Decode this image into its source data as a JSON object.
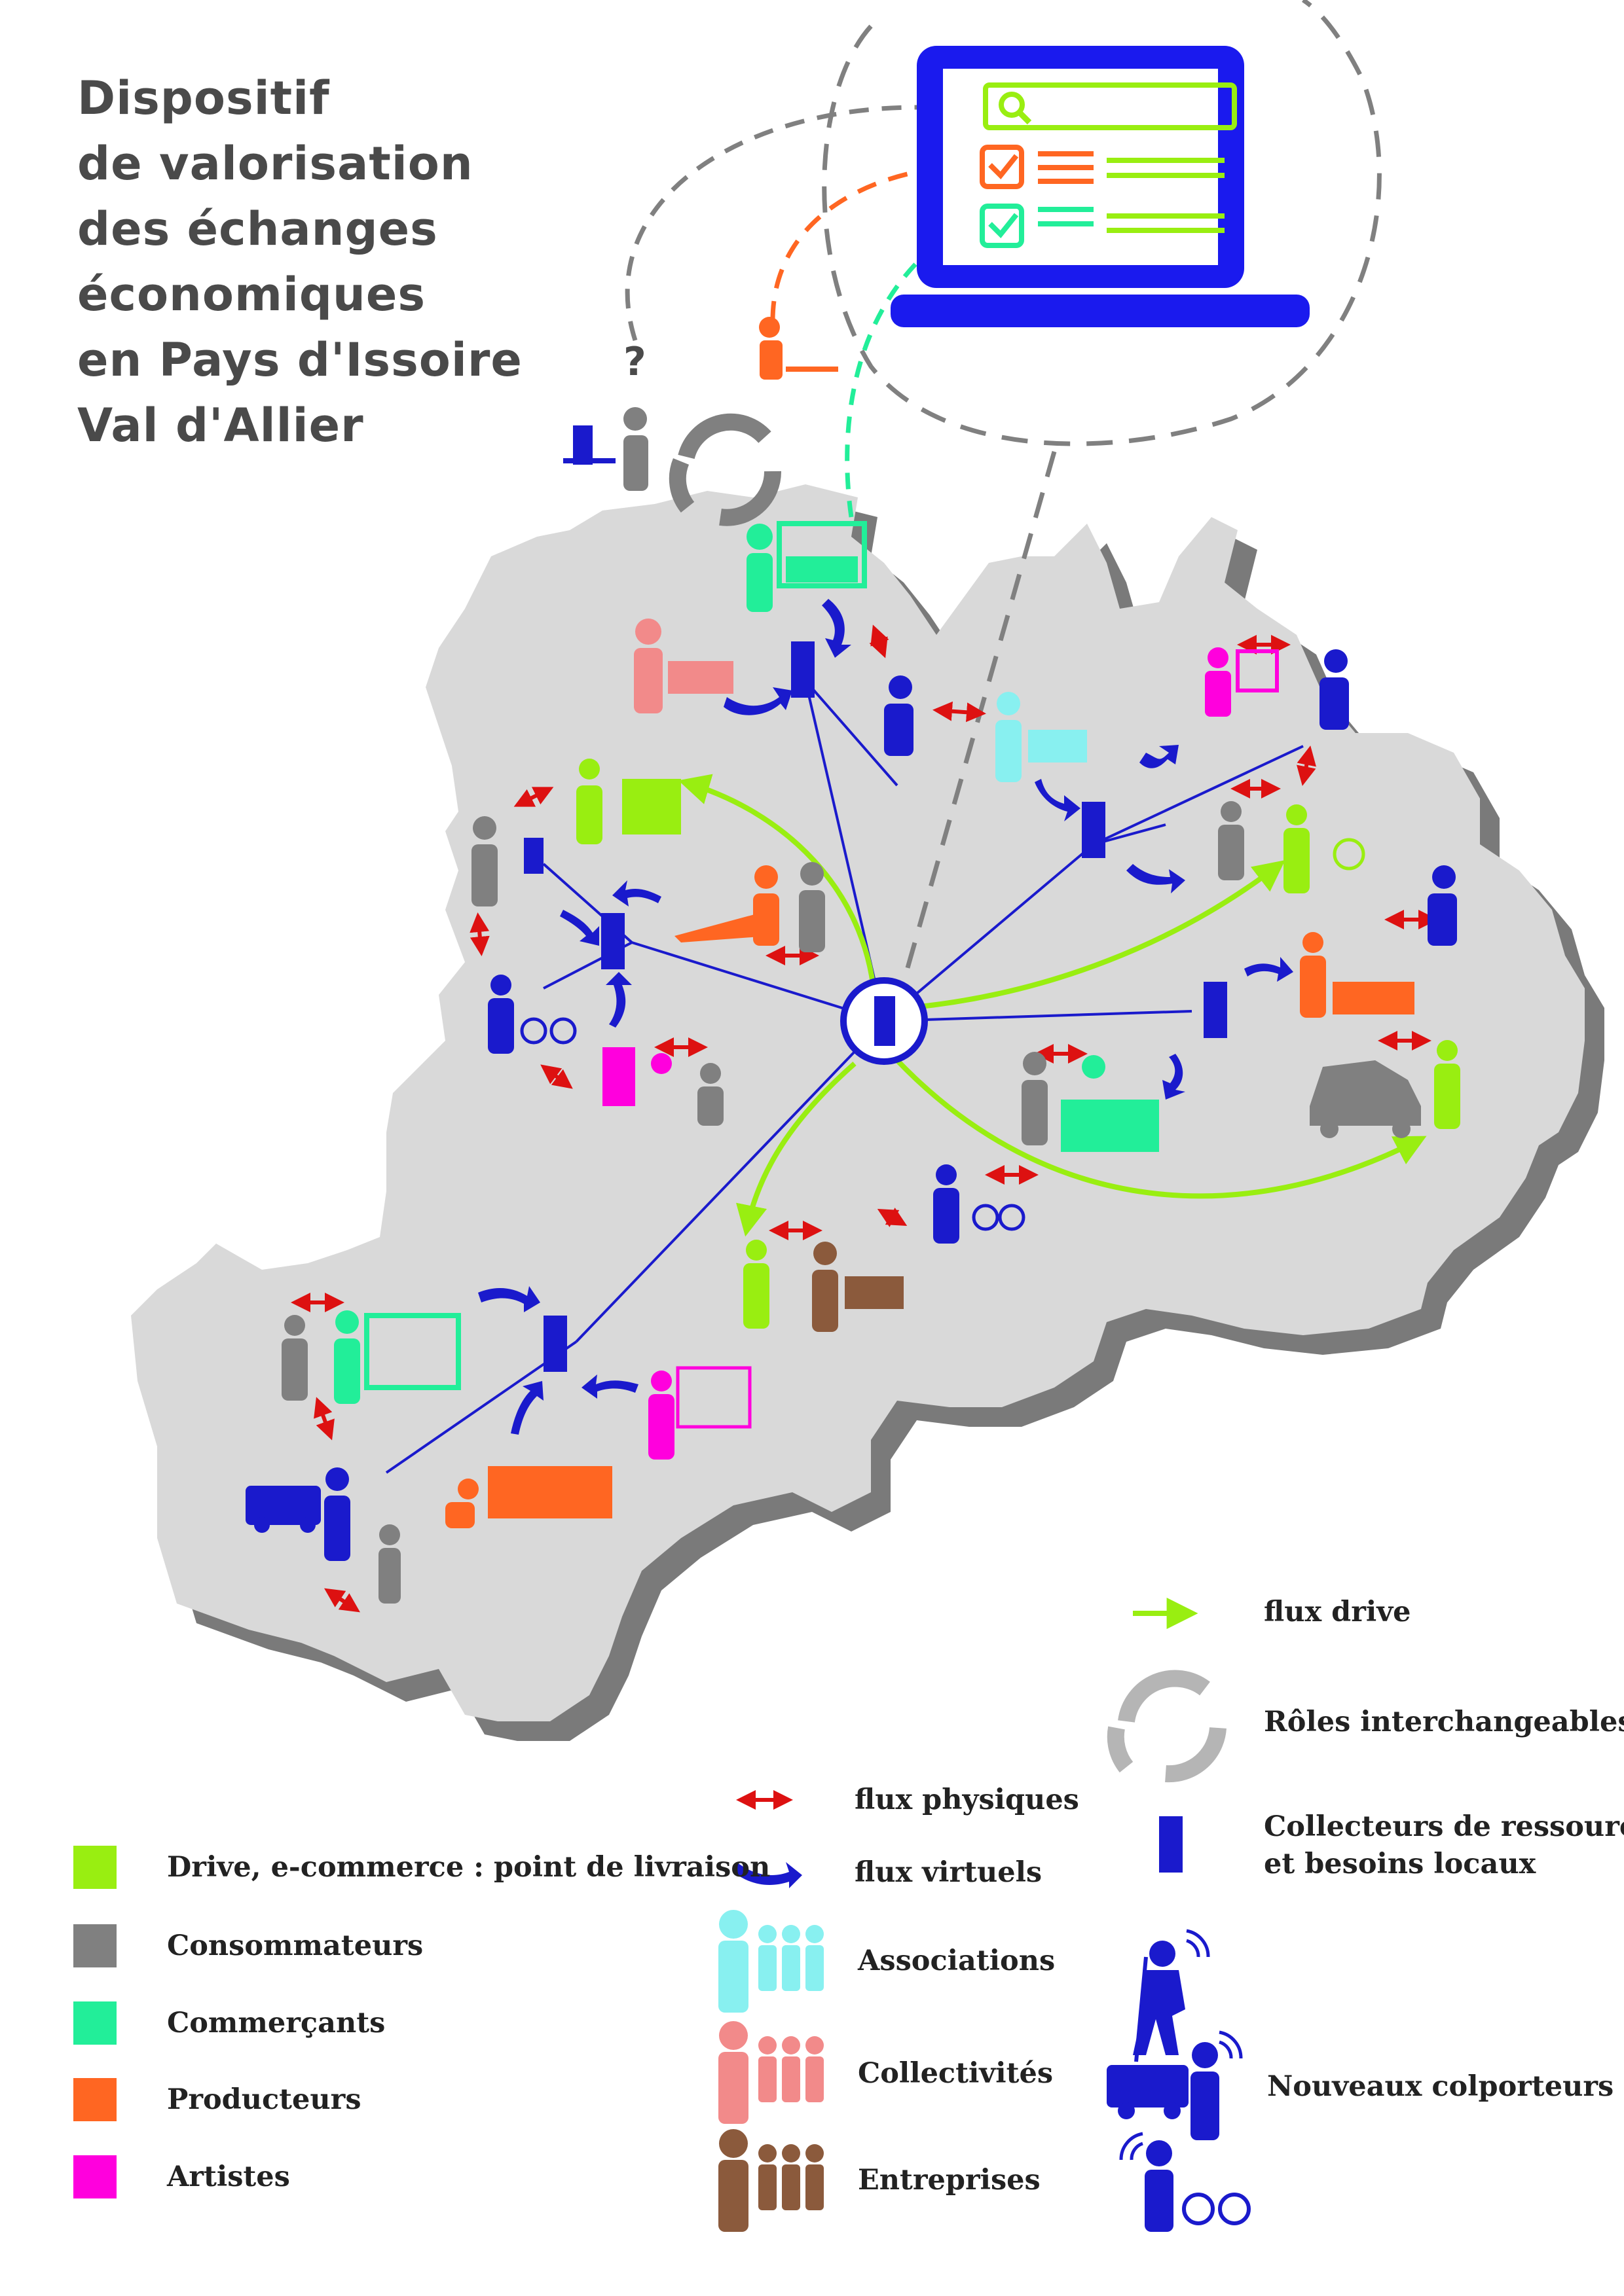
{
  "title": {
    "lines": [
      "Dispositif",
      "de valorisation",
      "des échanges",
      "économiques",
      "en Pays d'Issoire",
      "Val d'Allier"
    ]
  },
  "map_marks": {
    "question_mark": "?"
  },
  "colors": {
    "drive": "#99ee11",
    "consommateurs": "#808080",
    "commercants": "#22ee99",
    "producteurs": "#ff6622",
    "artistes": "#ff00dd",
    "associations": "#88f0f0",
    "collectivites": "#f28a8a",
    "entreprises": "#8b5a3c",
    "colporteurs": "#1a1acc",
    "flux_physiques": "#dd1111",
    "map_fill": "#d9d9d9",
    "map_shadow": "#7a7a7a",
    "laptop": "#1a1aee"
  },
  "legend_categories": [
    {
      "label": "Drive, e-commerce : point de livraison",
      "color": "#99ee11"
    },
    {
      "label": "Consommateurs",
      "color": "#808080"
    },
    {
      "label": "Commerçants",
      "color": "#22ee99"
    },
    {
      "label": "Producteurs",
      "color": "#ff6622"
    },
    {
      "label": "Artistes",
      "color": "#ff00dd"
    }
  ],
  "legend_flux": {
    "physiques": "flux physiques",
    "virtuels": "flux virtuels"
  },
  "legend_groups": {
    "associations": "Associations",
    "collectivites": "Collectivités",
    "entreprises": "Entreprises"
  },
  "legend_right": {
    "drive": "flux drive",
    "roles": "Rôles interchangeables",
    "collecteurs_line1": "Collecteurs de ressources",
    "collecteurs_line2": "et besoins locaux",
    "colporteurs": "Nouveaux colporteurs"
  },
  "icons": [
    "server-icon",
    "person-icon",
    "group-icon",
    "hiker-icon",
    "van-icon",
    "bicycle-icon",
    "car-icon",
    "laptop-icon",
    "search-icon",
    "checkbox-icon",
    "cycle-arrows-icon",
    "wifi-icon",
    "shop-stall-icon",
    "factory-icon",
    "field-icon",
    "easel-icon"
  ]
}
